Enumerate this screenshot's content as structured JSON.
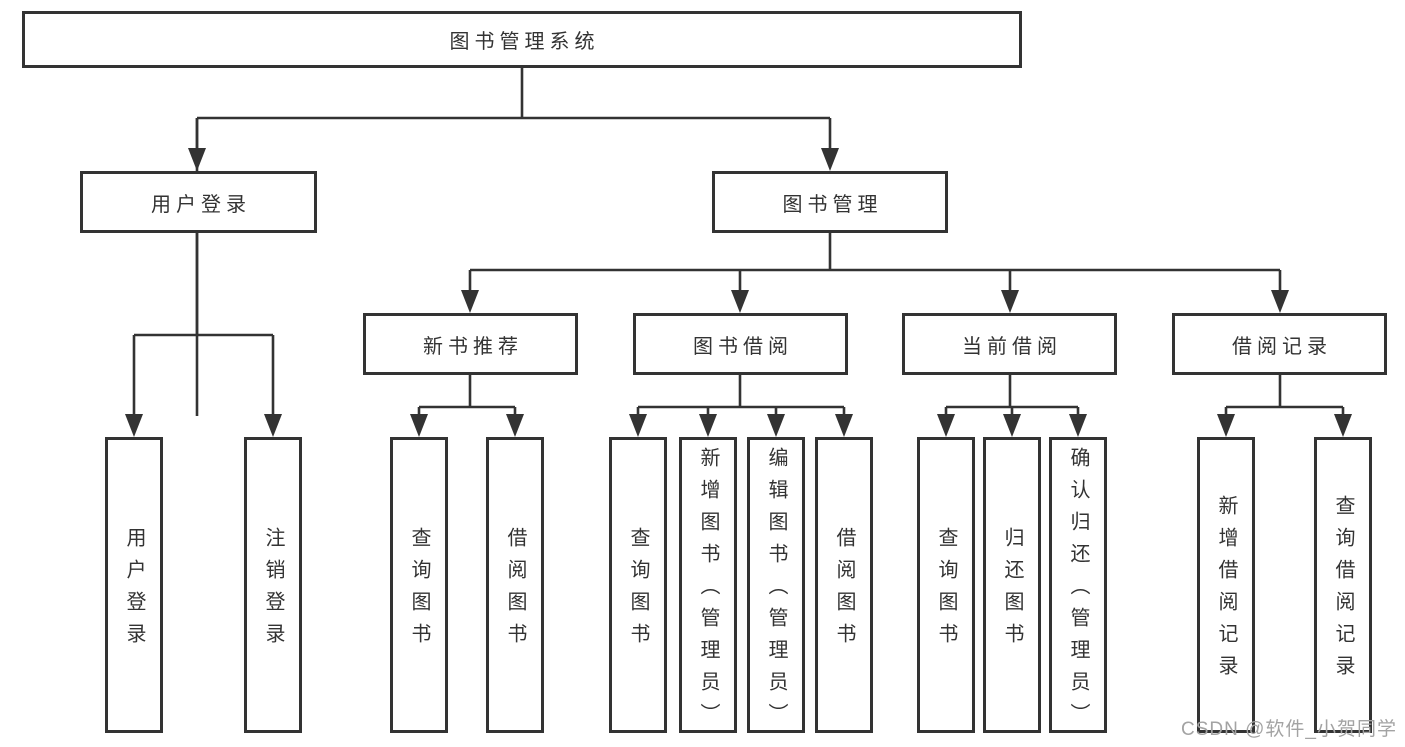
{
  "diagram": {
    "title_note": "functional structure chart",
    "root": "图书管理系统",
    "level2": {
      "user_login": "用户登录",
      "book_mgmt": "图书管理"
    },
    "level3": {
      "new_book": "新书推荐",
      "book_borrow": "图书借阅",
      "current_borrow": "当前借阅",
      "borrow_record": "借阅记录"
    },
    "leaves": {
      "user_login": [
        "用户登录",
        "注销登录"
      ],
      "new_book": [
        "查询图书",
        "借阅图书"
      ],
      "book_borrow": [
        "查询图书",
        "新增图书（管理员）",
        "编辑图书（管理员）",
        "借阅图书"
      ],
      "current_borrow": [
        "查询图书",
        "归还图书",
        "确认归还（管理员）"
      ],
      "borrow_record": [
        "新增借阅记录",
        "查询借阅记录"
      ]
    }
  },
  "watermark": "CSDN @软件_小贺同学",
  "colors": {
    "line": "#333333",
    "box_border": "#333333",
    "text": "#333333",
    "watermark": "#a3a3a3",
    "background": "#ffffff"
  }
}
